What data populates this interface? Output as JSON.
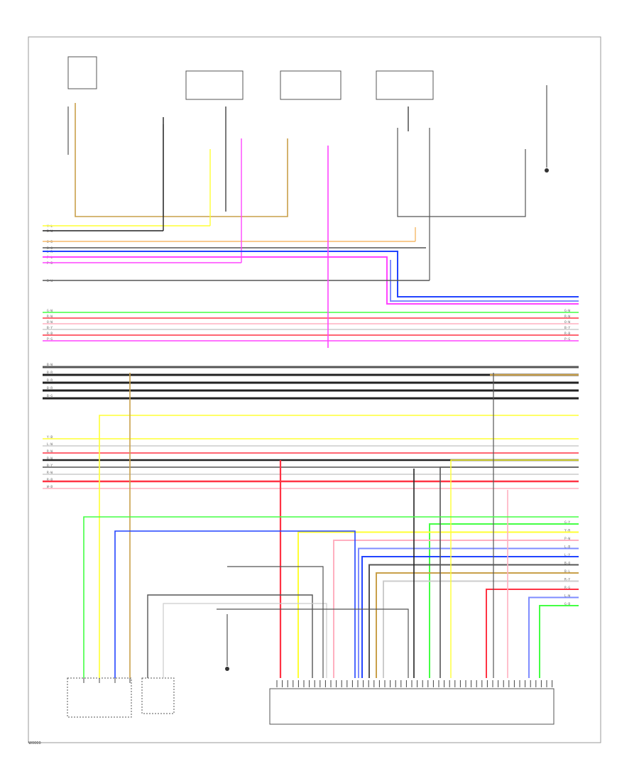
{
  "footer": {
    "code": "W0000"
  },
  "colors": {
    "black": "#222222",
    "gray": "#555555",
    "yellow": "#ffff33",
    "orange": "#f5b868",
    "tan": "#c9a04a",
    "pink": "#ff44ff",
    "blue": "#2244ff",
    "lightblue": "#7f8cff",
    "green": "#44ff44",
    "red": "#ff3344",
    "lightpink": "#ffb0c0",
    "lightgray": "#cccccc",
    "white": "#dddddd"
  },
  "left_wires": [
    {
      "code": "Y-L",
      "color": "yellow"
    },
    {
      "code": "B-W",
      "color": "black"
    },
    {
      "code": "O-B",
      "color": "orange"
    },
    {
      "code": "B-O",
      "color": "gray"
    },
    {
      "code": "L-R",
      "color": "blue"
    },
    {
      "code": "P-L",
      "color": "pink"
    },
    {
      "code": "P-B",
      "color": "pink"
    }
  ],
  "groupA": [
    {
      "code": "G-W",
      "color": "green"
    },
    {
      "code": "R-W",
      "color": "red"
    },
    {
      "code": "O-W",
      "color": "lightpink"
    },
    {
      "code": "B-Y",
      "color": "lightgray"
    },
    {
      "code": "R-B",
      "color": "red"
    },
    {
      "code": "P-G",
      "color": "pink"
    }
  ],
  "groupB": [
    {
      "code": "B-W",
      "color": "gray"
    },
    {
      "code": "B-R",
      "color": "black"
    },
    {
      "code": "B-R",
      "color": "black"
    },
    {
      "code": "B-R",
      "color": "black"
    },
    {
      "code": "B-G",
      "color": "black"
    }
  ],
  "groupC": [
    {
      "code": "Y-B",
      "color": "yellow"
    },
    {
      "code": "L-W",
      "color": "lightgray"
    },
    {
      "code": "R-W",
      "color": "red"
    },
    {
      "code": "B-W",
      "color": "black"
    },
    {
      "code": "B-Y",
      "color": "gray"
    },
    {
      "code": "R-W",
      "color": "lightgray"
    },
    {
      "code": "R-B",
      "color": "red"
    },
    {
      "code": "W-B",
      "color": "lightpink"
    }
  ],
  "groupD": [
    {
      "code": "G-Y",
      "color": "green"
    },
    {
      "code": "Y-R",
      "color": "yellow"
    },
    {
      "code": "P-W",
      "color": "lightpink"
    },
    {
      "code": "L-B",
      "color": "lightblue"
    },
    {
      "code": "L-Y",
      "color": "blue"
    },
    {
      "code": "B-O",
      "color": "gray"
    },
    {
      "code": "B-L",
      "color": "tan"
    },
    {
      "code": "R-Y",
      "color": "lightgray"
    },
    {
      "code": "R-G",
      "color": "red"
    },
    {
      "code": "L-W",
      "color": "lightblue"
    },
    {
      "code": "G-B",
      "color": "green"
    }
  ]
}
